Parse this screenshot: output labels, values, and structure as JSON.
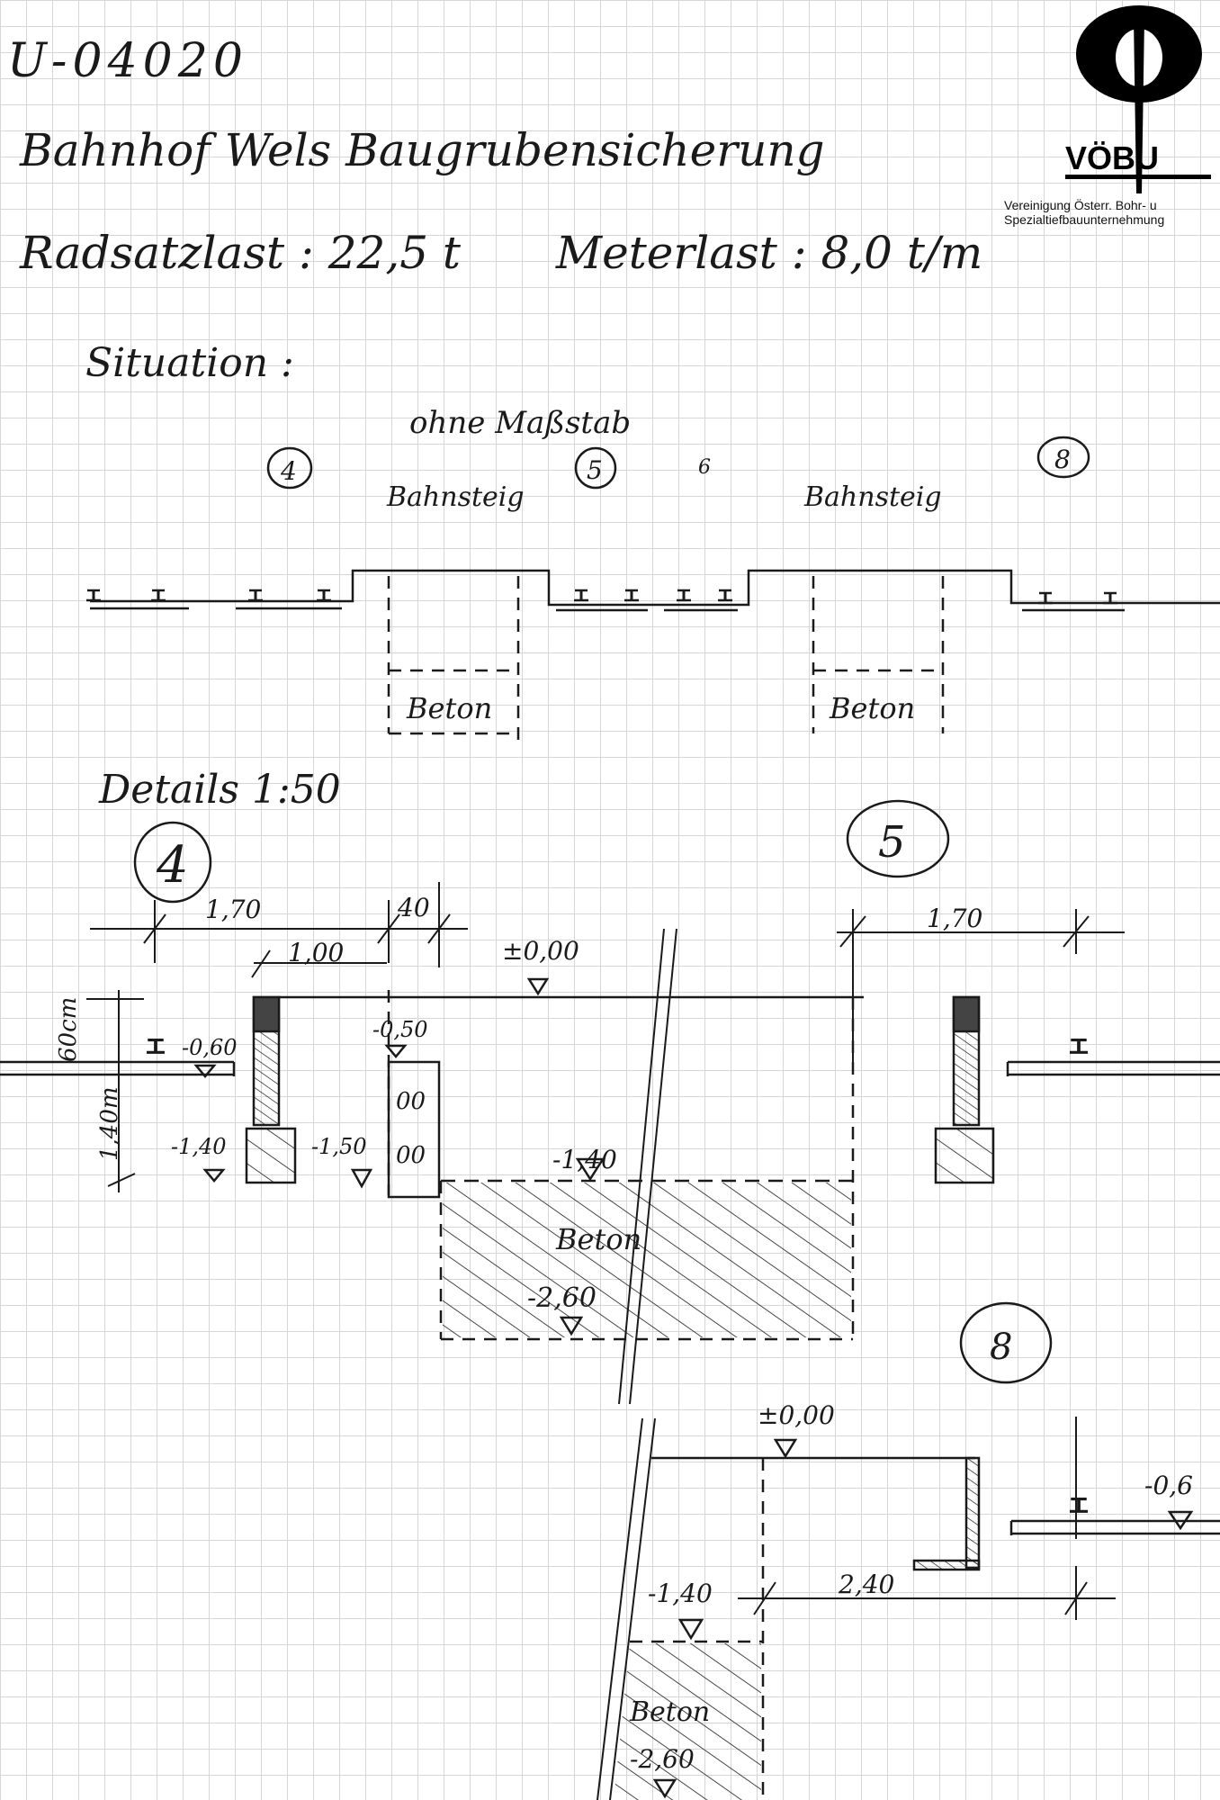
{
  "header": {
    "document_id": "U-04020",
    "title": "Bahnhof Wels Baugrubensicherung",
    "axle_load": "Radsatzlast : 22,5 t",
    "meter_load": "Meterlast : 8,0 t/m"
  },
  "logo": {
    "name": "VÖBU",
    "tagline_line1": "Vereinigung Österr. Bohr- u",
    "tagline_line2": "Spezialtiefbauunternehmung"
  },
  "situation": {
    "label": "Situation :",
    "scale_note": "ohne Maßstab",
    "track_numbers": [
      "4",
      "5",
      "6",
      "8"
    ],
    "platform_label": "Bahnsteig",
    "concrete_label": "Beton"
  },
  "details": {
    "label": "Details 1:50",
    "detail_4": {
      "number": "4",
      "dim_170": "1,70",
      "dim_40": "40",
      "dim_100": "1,00",
      "dim_60cm": "60cm",
      "dim_140m": "1,40m",
      "level_rail": "-0,60",
      "level_footing": "-1,40",
      "level_platform_edge": "-0,50",
      "level_platform_base": "-1,50",
      "block_marks": [
        "00",
        "00"
      ]
    },
    "detail_5": {
      "number": "5",
      "level_top": "±0,00",
      "dim_170": "1,70",
      "level_slab": "-1,40",
      "concrete_label": "Beton",
      "level_bottom": "-2,60"
    },
    "detail_8": {
      "number": "8",
      "level_top": "±0,00",
      "level_rail": "-0,6",
      "dim_240": "2,40",
      "level_slab": "-1,40",
      "concrete_label": "Beton",
      "level_bottom": "-2,60"
    }
  },
  "colors": {
    "ink": "#1a1a1a",
    "grid": "#d6d6d6"
  }
}
